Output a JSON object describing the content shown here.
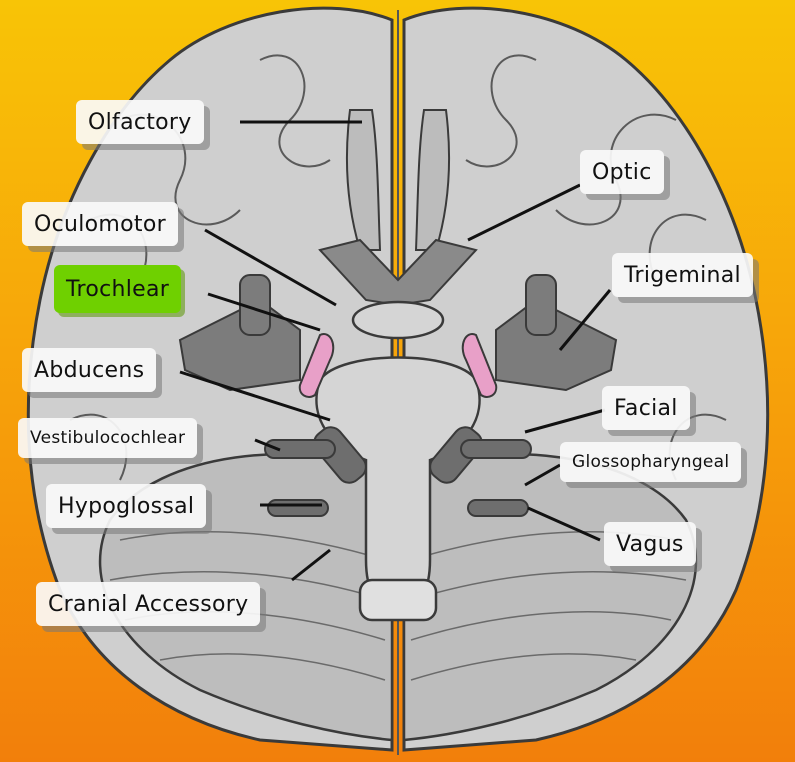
{
  "diagram": {
    "labels": {
      "olfactory": "Olfactory",
      "optic": "Optic",
      "oculomotor": "Oculomotor",
      "trochlear": "Trochlear",
      "trigeminal": "Trigeminal",
      "abducens": "Abducens",
      "facial": "Facial",
      "vestibulocochlear": "Vestibulocochlear",
      "glossopharyngeal": "Glossopharyngeal",
      "hypoglossal": "Hypoglossal",
      "vagus": "Vagus",
      "cranial_accessory": "Cranial Accessory"
    },
    "highlighted": "Trochlear",
    "colors": {
      "background_top": "#f8c406",
      "background_bottom": "#f27f0b",
      "brain": "#cfcfcf",
      "brain_outline": "#3a3a3a",
      "nerve": "#6e6e6e",
      "highlight_label": "#6fd000",
      "highlighted_nerve": "#e8a0c8"
    }
  }
}
